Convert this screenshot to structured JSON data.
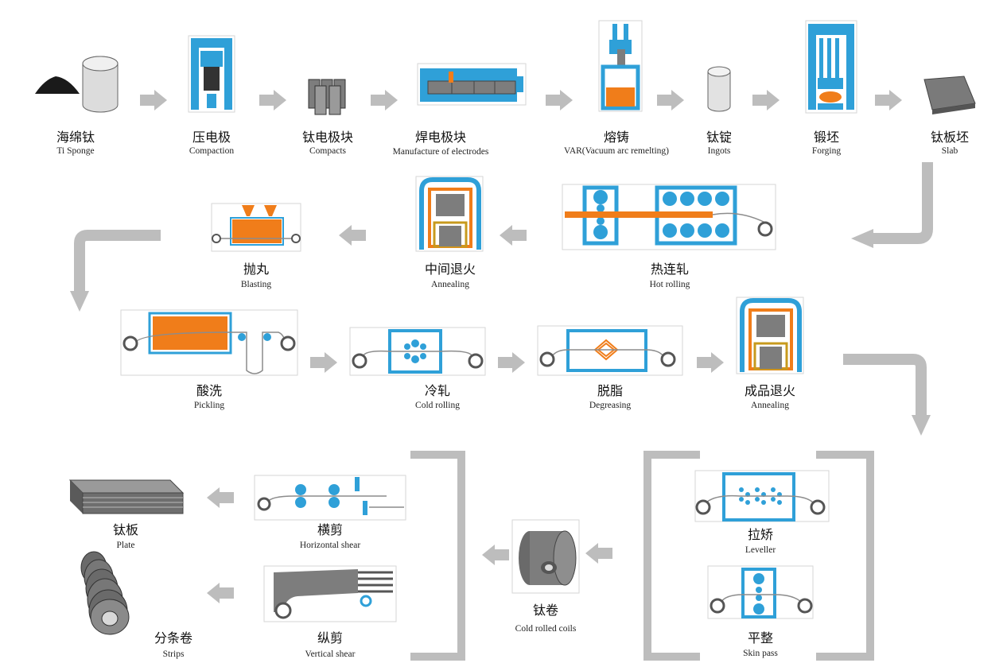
{
  "steps": {
    "ti_sponge": {
      "zh": "海绵钛",
      "en": "Ti Sponge"
    },
    "compaction": {
      "zh": "压电极",
      "en": "Compaction"
    },
    "compacts": {
      "zh": "钛电极块",
      "en": "Compacts"
    },
    "electrodes": {
      "zh": "焊电极块",
      "en": "Manufacture of electrodes"
    },
    "var": {
      "zh": "熔铸",
      "en": "VAR(Vacuum arc remelting)"
    },
    "ingots": {
      "zh": "钛锭",
      "en": "Ingots"
    },
    "forging": {
      "zh": "锻坯",
      "en": "Forging"
    },
    "slab": {
      "zh": "钛板坯",
      "en": "Slab"
    },
    "hot_rolling": {
      "zh": "热连轧",
      "en": "Hot rolling"
    },
    "annealing_1": {
      "zh": "中间退火",
      "en": "Annealing"
    },
    "blasting": {
      "zh": "抛丸",
      "en": "Blasting"
    },
    "pickling": {
      "zh": "酸洗",
      "en": "Pickling"
    },
    "cold_rolling": {
      "zh": "冷轧",
      "en": "Cold rolling"
    },
    "degreasing": {
      "zh": "脱脂",
      "en": "Degreasing"
    },
    "annealing_2": {
      "zh": "成品退火",
      "en": "Annealing"
    },
    "leveller": {
      "zh": "拉矫",
      "en": "Leveller"
    },
    "skin_pass": {
      "zh": "平整",
      "en": "Skin pass"
    },
    "coils": {
      "zh": "钛卷",
      "en": "Cold rolled coils"
    },
    "horizontal_shear": {
      "zh": "横剪",
      "en": "Horizontal shear"
    },
    "vertical_shear": {
      "zh": "纵剪",
      "en": "Vertical shear"
    },
    "plate": {
      "zh": "钛板",
      "en": "Plate"
    },
    "strips": {
      "zh": "分条卷",
      "en": "Strips"
    }
  },
  "colors": {
    "machine_blue": "#2fa0d8",
    "hot_orange": "#f07d1a",
    "metal_gray": "#7d7d7d",
    "arrow_gray": "#bdbdbd"
  }
}
